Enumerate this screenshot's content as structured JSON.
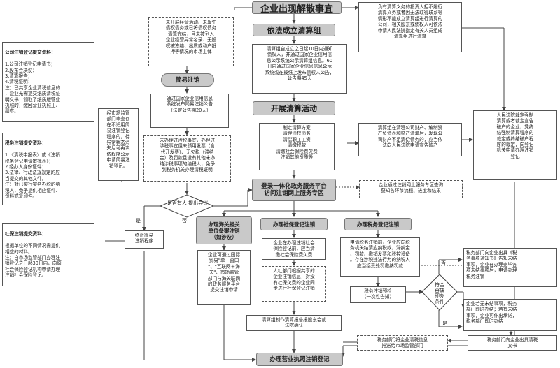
{
  "headers": {
    "main_title": "企业出现解散事宜",
    "liquidation_group": "依法成立清算组",
    "simple_deregister": "简易注销",
    "liquidation_activity": "开展清算活动",
    "online_platform": "登录一体化政务服务平台\n访问注销网上服务专区",
    "customs": "办理海关报关\n单位备案注销\n（如涉及）",
    "social": "办理社保登记注销",
    "tax": "办理税务登记注销",
    "final": "办理营业执照注销登记"
  },
  "boxes": {
    "simple_conditions": "未开展经营活动、未发生\n债权债务或已将债权债务\n清算完结，且未被列入\n企业经营异常名录、无股\n权被冻结、出质或动产抵\n押等情况的市场主体",
    "announcement": "通过国家企业信用信息\n系统发布简易注销公告\n（法定公告期20天）",
    "tax_clearance": "未办理过涉税事宜，办理过\n涉税事宜但未领用发票（含\n代开发票）、无欠税（滞纳\n金）及罚款且没有其他未办\n结涉税事项的纳税人，免予\n到税务机关办理清税证明",
    "liquidation_notice": "清算组自成立之日起10日内通知\n债权人，并通过国家企业信用信\n息公示系统公示清算组信息。60\n日内通过国家企业信息信息公示\n系统或在报纸上发布债权人公告，\n公告期45天",
    "liquidation_items": "制定清算方案\n清理债权债务\n清偿职工工资\n清缴税款\n清缴社会保险费欠费\n注销其他资质等",
    "bankruptcy_apply": "清算组在清理公司财产、编制资\n产负债表和财产清单后，发现公\n司财产不足清偿债务的，应当依\n法向人民法院申请宣告破产",
    "obligor": "负有清算义务的投资人拒不履行\n清算义务或者因无法取得联系等\n情形不能成立清算组进行清算的\n公司，相关股东或债权人可依法\n申请人民法院指定有关人员组成\n清算组进行清算",
    "court": "人民法院裁定强制\n清算或者裁定宣告\n破产的企业，凭终\n结强制清算程序的\n裁定或终结破产程\n序的裁定，向登记\n机关申请办理注销\n登记",
    "market_review": "经市场监管\n部门审查存\n在不适用简\n易注销登记\n程序的，待\n异常状态消\n失后可再次\n依程序公示\n申请简易注\n销登记。",
    "terminate_simple": "终止简易\n注销程序",
    "objection_decision": "是否有人\n提出异议",
    "online_query": "企业通过注销网上服务专区查询\n获知各环节流程、进度和结果",
    "customs_detail": "企业可通过国际\n贸易\"单一窗口\n\"、\"互联网＋海\n关\"、市场监管\n部门与海关联网\n的政务服务平台\n提交注销申请",
    "social_detail": "企业在办理注销社会\n保险登记前，应当清\n缴社会保险费欠费",
    "social_hr": "人社部门根据共享的\n企业注销信息，对没\n有社保欠费的企业同\n步进行社保登记注销",
    "tax_apply": "申请税务注销前，企业应向税\n务机关结清应纳税款，滞纳金\n、罚款、缴销发票和税控设备\n。存在涉税违法行为的纳税人\n应当接受处罚缴纳罚款",
    "tax_precheck": "税务注销预检\n（一次性告知）",
    "tax_decision": "符合\n容缺\n即办\n条件",
    "tax_yes_branch": "税务部门向企业出具《税\n务事项通知书》告知未结\n事项，企业在办理完毕各\n项未结事项后，申请办理\n税务注销",
    "tax_no_branch": "企业若无未结事项，税务\n部门即时办结；若有未结\n事项，企业可作出承诺，\n税务部门即时办结",
    "liquidation_report": "清算组制作清算报告报股东会或\n法院确认",
    "tax_push": "税务部门将企业清税信息\n推送给市场监管部门",
    "tax_doc": "税务部门向企业出具清税\n文书"
  },
  "labels": {
    "yes": "是",
    "no": "否"
  },
  "left_panel": {
    "company_title": "公司注销登记提交资料：",
    "company_items": "1.公司注销登记申请书；\n2.股东会决议；\n3.清算报告；\n4.清税证明；\n注：已共享企业清税信息的\n，企业无需提交纸质清税证\n明文书；领取了纸质版营业\n执照的，缴回营业执照正、\n副本。",
    "tax_title": "税务注销提交资料：",
    "tax_items": "1.《清税申报表》或《注销\n税务登记申请审批表》；\n2.经办人身份证件；\n3.法律、行政法规规定的应\n当提交的其他文件。\n注：对已实行实名办税的纳\n税人，免予提供相应证件、\n资料或复印件。",
    "social_title": "社保注销提交资料：",
    "social_items": "根据单位的不同情况需提供\n相应的材料。\n注：自市场监管部门办理注\n销登记之日起30日内，向原\n社会保险登记机构申请办理\n注销社会保险登记。"
  }
}
